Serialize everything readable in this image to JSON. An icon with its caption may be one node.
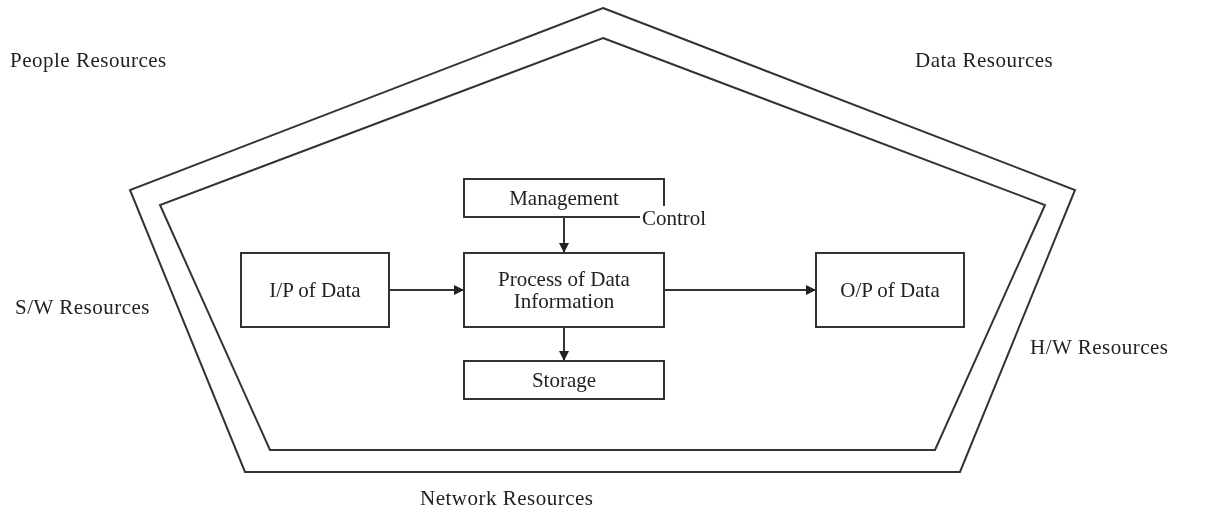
{
  "diagram": {
    "nodes": [
      {
        "text": [
          "Management"
        ]
      },
      {
        "text": [
          "I/P of Data"
        ]
      },
      {
        "text": [
          "Process of Data Information"
        ]
      },
      {
        "text": [
          "O/P of Data"
        ]
      },
      {
        "text": [
          "Storage"
        ]
      }
    ],
    "edges": [
      {
        "from": 0,
        "to": 2,
        "arrow": "to",
        "label": "Control"
      },
      {
        "from": 1,
        "to": 2,
        "arrow": "to"
      },
      {
        "from": 2,
        "to": 3,
        "arrow": "to"
      },
      {
        "from": 2,
        "to": 4,
        "arrow": "to"
      }
    ],
    "labels": [
      "People Resources",
      "Data Resources",
      "S/W Resources",
      "H/W Resources",
      "Network Resources"
    ]
  }
}
